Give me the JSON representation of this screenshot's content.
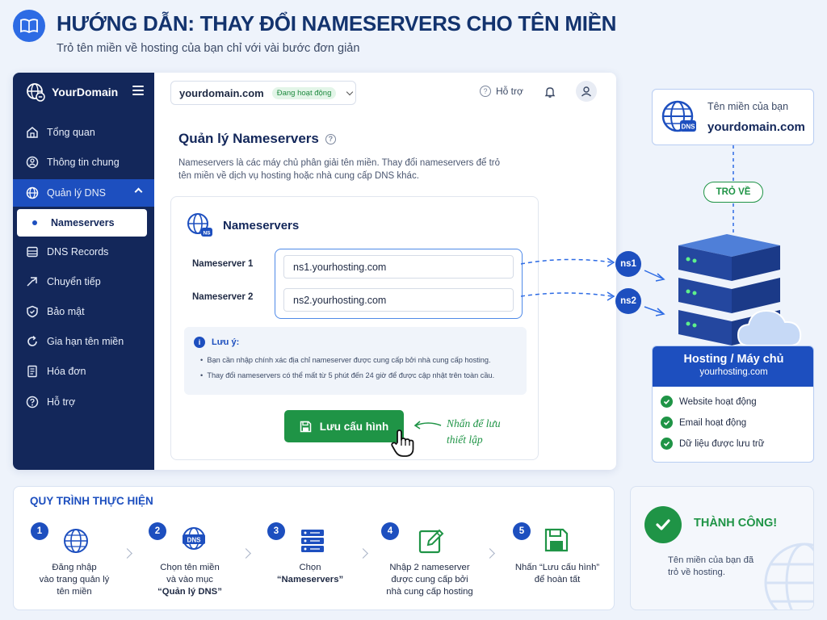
{
  "header": {
    "title": "HƯỚNG DẪN: THAY ĐỔI NAMESERVERS CHO TÊN MIỀN",
    "subtitle": "Trỏ tên miền về hosting của bạn chỉ với vài bước đơn giản"
  },
  "sidebar": {
    "brand": "YourDomain",
    "items": [
      {
        "label": "Tổng quan",
        "icon": "home-icon"
      },
      {
        "label": "Thông tin chung",
        "icon": "info-icon"
      },
      {
        "label": "Quản lý DNS",
        "icon": "globe-icon"
      },
      {
        "label": "Nameservers",
        "icon": "dot-icon"
      },
      {
        "label": "DNS Records",
        "icon": "records-icon"
      },
      {
        "label": "Chuyển tiếp",
        "icon": "forward-icon"
      },
      {
        "label": "Bảo mật",
        "icon": "shield-icon"
      },
      {
        "label": "Gia hạn tên miền",
        "icon": "renew-icon"
      },
      {
        "label": "Hóa đơn",
        "icon": "invoice-icon"
      },
      {
        "label": "Hỗ trợ",
        "icon": "help-icon"
      }
    ]
  },
  "topbar": {
    "domain": "yourdomain.com",
    "status": "Đang hoạt động",
    "support": "Hỗ trợ"
  },
  "main": {
    "title": "Quản lý Nameservers",
    "description": "Nameservers là các máy chủ phân giải tên miền. Thay đổi nameservers để trỏ tên miền về dịch vụ hosting hoặc nhà cung cấp DNS khác.",
    "card_title": "Nameservers",
    "ns1_label": "Nameserver 1",
    "ns1_value": "ns1.yourhosting.com",
    "ns2_label": "Nameserver 2",
    "ns2_value": "ns2.yourhosting.com",
    "note_title": "Lưu ý:",
    "note_items": [
      "Bạn cần nhập chính xác địa chỉ nameserver được cung cấp bởi nhà cung cấp hosting.",
      "Thay đổi nameservers có thể mất từ 5 phút đến 24 giờ để được cập nhật trên toàn cầu."
    ],
    "save_label": "Lưu cấu hình",
    "hint_line1": "Nhấn để lưu",
    "hint_line2": "thiết lập"
  },
  "diagram": {
    "domain_caption": "Tên miền của bạn",
    "domain_name": "yourdomain.com",
    "points_to": "TRỎ VỀ",
    "ns1": "ns1",
    "ns2": "ns2",
    "host_title": "Hosting / Máy chủ",
    "host_name": "yourhosting.com",
    "features": [
      "Website hoạt động",
      "Email hoạt động",
      "Dữ liệu được lưu trữ"
    ]
  },
  "process": {
    "title": "QUY TRÌNH THỰC HIỆN",
    "steps": [
      {
        "num": "1",
        "lines": [
          "Đăng nhập",
          "vào trang quản lý",
          "tên miền"
        ],
        "icon": "globe-icon"
      },
      {
        "num": "2",
        "lines": [
          "Chọn tên miền",
          "và vào mục",
          "“Quản lý DNS”"
        ],
        "icon": "dns-icon"
      },
      {
        "num": "3",
        "lines": [
          "Chọn",
          "“Nameservers”"
        ],
        "icon": "server-icon"
      },
      {
        "num": "4",
        "lines": [
          "Nhập 2 nameserver",
          "được cung cấp bởi",
          "nhà cung cấp hosting"
        ],
        "icon": "edit-icon"
      },
      {
        "num": "5",
        "lines": [
          "Nhấn “Lưu cấu hình”",
          "để hoàn tất"
        ],
        "icon": "save-icon"
      }
    ]
  },
  "success": {
    "title": "THÀNH CÔNG!",
    "line1": "Tên miền của bạn đã",
    "line2": "trỏ về hosting."
  },
  "colors": {
    "primary": "#1d4fbf",
    "sidebar": "#13275a",
    "success": "#1f9446"
  }
}
